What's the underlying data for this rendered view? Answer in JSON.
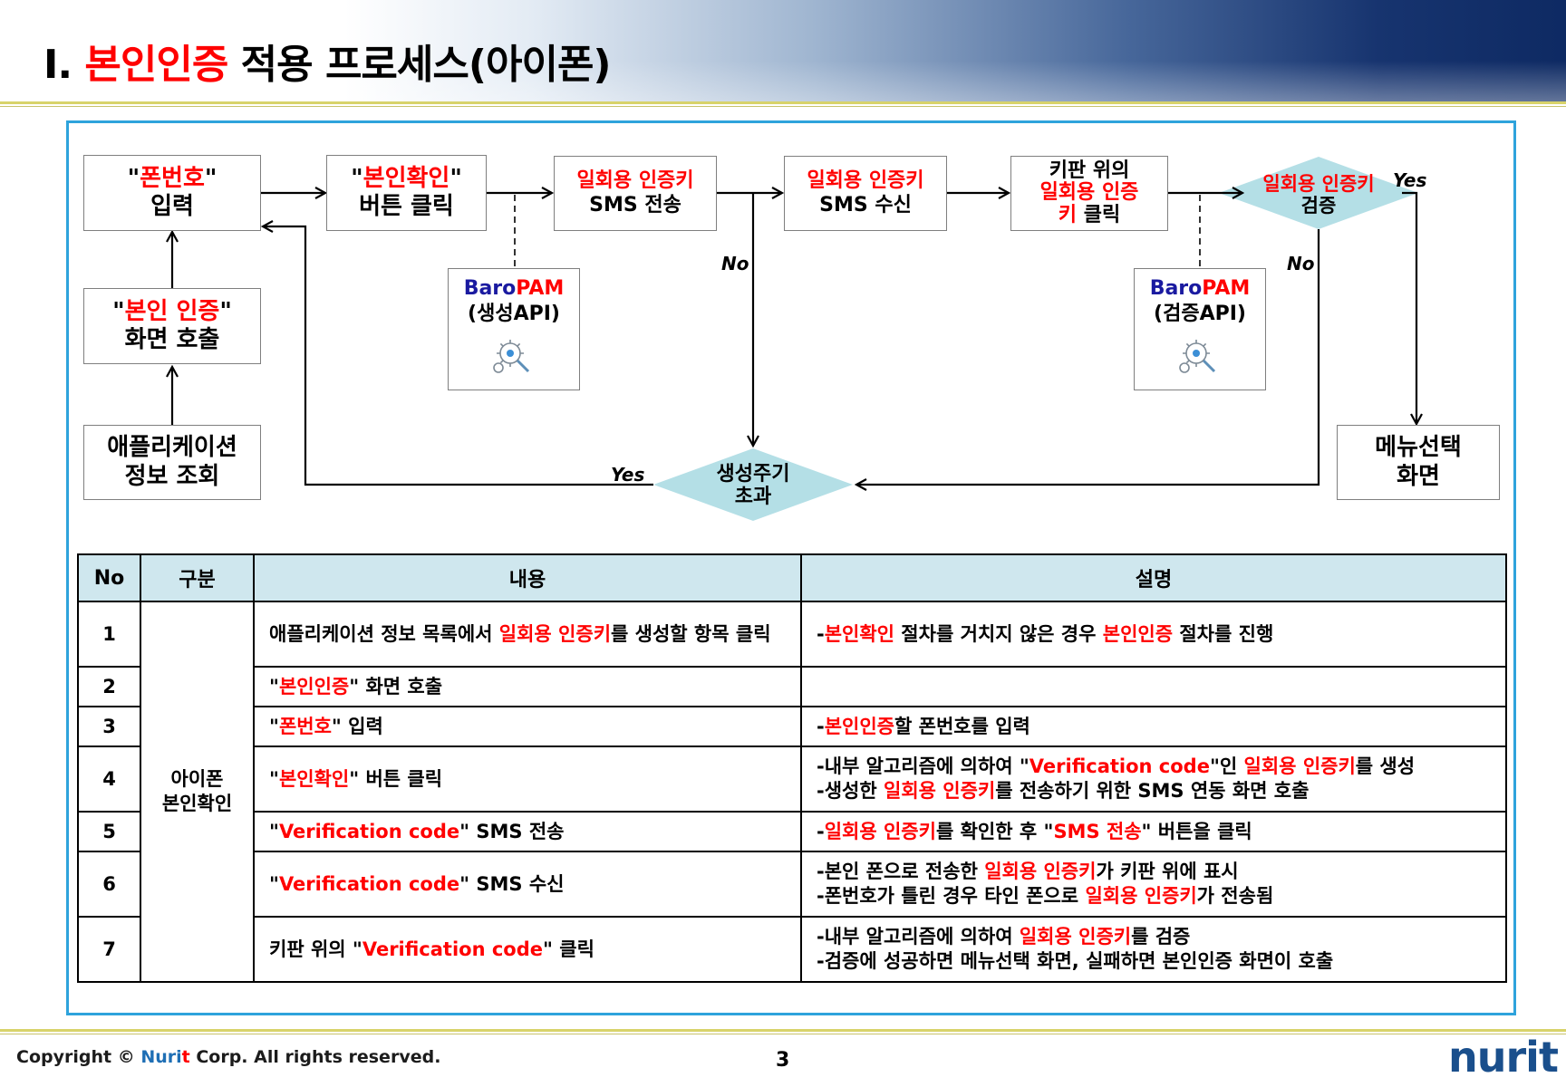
{
  "header": {
    "title_prefix": "Ⅰ.",
    "title_highlight": "본인인증",
    "title_rest": "적용 프로세스(아이폰)"
  },
  "diagram": {
    "step_phone_input": {
      "line1_q1": "\"",
      "line1_red": "폰번호",
      "line1_q2": "\"",
      "line2": "입력"
    },
    "step_confirm_click": {
      "line1_q1": "\"",
      "line1_red": "본인확인",
      "line1_q2": "\"",
      "line2": "버튼 클릭"
    },
    "step_sms_send": {
      "line1_red": "일회용 인증키",
      "line2": "SMS 전송"
    },
    "step_sms_receive": {
      "line1_red": "일회용 인증키",
      "line2": "SMS 수신"
    },
    "step_keypad_click": {
      "line1": "키판 위의",
      "line2_red": "일회용 인증",
      "line3_red": "키",
      "line3_rest": " 클릭"
    },
    "decision_verify": {
      "line1_red": "일회용 인증키",
      "line2": "검증"
    },
    "step_auth_screen": {
      "line1_q1": "\"",
      "line1_red": "본인 인증",
      "line1_q2": "\"",
      "line2": "화면 호출"
    },
    "step_app_info": {
      "line1": "애플리케이션",
      "line2": "정보 조회"
    },
    "step_menu_select": {
      "line1": "메뉴선택",
      "line2": "화면"
    },
    "decision_expired": {
      "line1": "생성주기",
      "line2": "초과"
    },
    "api_generate": {
      "brand_a": "Baro",
      "brand_b": "PAM",
      "label": "(생성API)",
      "icon": "gear-search-icon"
    },
    "api_verify": {
      "brand_a": "Baro",
      "brand_b": "PAM",
      "label": "(검증API)",
      "icon": "gear-search-icon"
    },
    "labels": {
      "no_left": "No",
      "no_right": "No",
      "yes_right": "Yes",
      "yes_left": "Yes"
    }
  },
  "table": {
    "headers": [
      "No",
      "구분",
      "내용",
      "설명"
    ],
    "category": [
      "아이폰",
      "본인확인"
    ],
    "rows": [
      {
        "no": "1",
        "content": [
          [
            "애플리케이션 정보 목록에서 ",
            ""
          ],
          [
            "일회용 인증키",
            "r"
          ],
          [
            "를 생성할 항목 클릭",
            ""
          ]
        ],
        "desc": [
          [
            [
              "-",
              ""
            ],
            [
              "본인확인",
              "r"
            ],
            [
              " 절차를 거치지 않은 경우 ",
              ""
            ],
            [
              "본인인증",
              "r"
            ],
            [
              " 절차를 진행",
              ""
            ]
          ]
        ]
      },
      {
        "no": "2",
        "content": [
          [
            "\"",
            ""
          ],
          [
            "본인인증",
            "r"
          ],
          [
            "\" 화면 호출",
            ""
          ]
        ],
        "desc": []
      },
      {
        "no": "3",
        "content": [
          [
            "\"",
            ""
          ],
          [
            "폰번호",
            "r"
          ],
          [
            "\" 입력",
            ""
          ]
        ],
        "desc": [
          [
            [
              "-",
              ""
            ],
            [
              "본인인증",
              "r"
            ],
            [
              "할 폰번호를 입력",
              ""
            ]
          ]
        ]
      },
      {
        "no": "4",
        "content": [
          [
            "\"",
            ""
          ],
          [
            "본인확인",
            "r"
          ],
          [
            "\" 버튼 클릭",
            ""
          ]
        ],
        "desc": [
          [
            [
              "-내부 알고리즘에 의하여 \"",
              ""
            ],
            [
              "Verification code",
              "r"
            ],
            [
              "\"인 ",
              ""
            ],
            [
              "일회용 인증키",
              "r"
            ],
            [
              "를 생성",
              ""
            ]
          ],
          [
            [
              "-생성한 ",
              ""
            ],
            [
              "일회용 인증키",
              "r"
            ],
            [
              "를 전송하기 위한 SMS 연동 화면 호출",
              ""
            ]
          ]
        ]
      },
      {
        "no": "5",
        "content": [
          [
            "\"",
            ""
          ],
          [
            "Verification code",
            "r"
          ],
          [
            "\" SMS 전송",
            ""
          ]
        ],
        "desc": [
          [
            [
              "-",
              ""
            ],
            [
              "일회용 인증키",
              "r"
            ],
            [
              "를 확인한 후 \"",
              ""
            ],
            [
              "SMS 전송",
              "r"
            ],
            [
              "\" 버튼을 클릭",
              ""
            ]
          ]
        ]
      },
      {
        "no": "6",
        "content": [
          [
            "\"",
            ""
          ],
          [
            "Verification code",
            "r"
          ],
          [
            "\" SMS 수신",
            ""
          ]
        ],
        "desc": [
          [
            [
              "-본인 폰으로 전송한 ",
              ""
            ],
            [
              "일회용 인증키",
              "r"
            ],
            [
              "가 키판 위에 표시",
              ""
            ]
          ],
          [
            [
              "-폰번호가 틀린 경우 타인 폰으로 ",
              ""
            ],
            [
              "일회용 인증키",
              "r"
            ],
            [
              "가 전송됨",
              ""
            ]
          ]
        ]
      },
      {
        "no": "7",
        "content": [
          [
            "키판 위의 \"",
            ""
          ],
          [
            "Verification code",
            "r"
          ],
          [
            "\" 클릭",
            ""
          ]
        ],
        "desc": [
          [
            [
              "-내부 알고리즘에 의하여 ",
              ""
            ],
            [
              "일회용 인증키",
              "r"
            ],
            [
              "를 검증",
              ""
            ]
          ],
          [
            [
              "-검증에 성공하면 메뉴선택 화면, 실패하면 본인인증 화면이 호출",
              ""
            ]
          ]
        ]
      }
    ]
  },
  "footer": {
    "copyright_pre": "Copyright © ",
    "copyright_brand_a": "Nuri",
    "copyright_brand_b": "t",
    "copyright_post": " Corp. All rights reserved.",
    "page_number": "3",
    "logo": "nurit"
  },
  "colors": {
    "highlight_red": "#ff0000",
    "frame_blue": "#2ea3dc",
    "diamond_fill": "#b4dfe6",
    "table_header": "#cfe7ee",
    "brand_blue": "#1a1aa0"
  }
}
